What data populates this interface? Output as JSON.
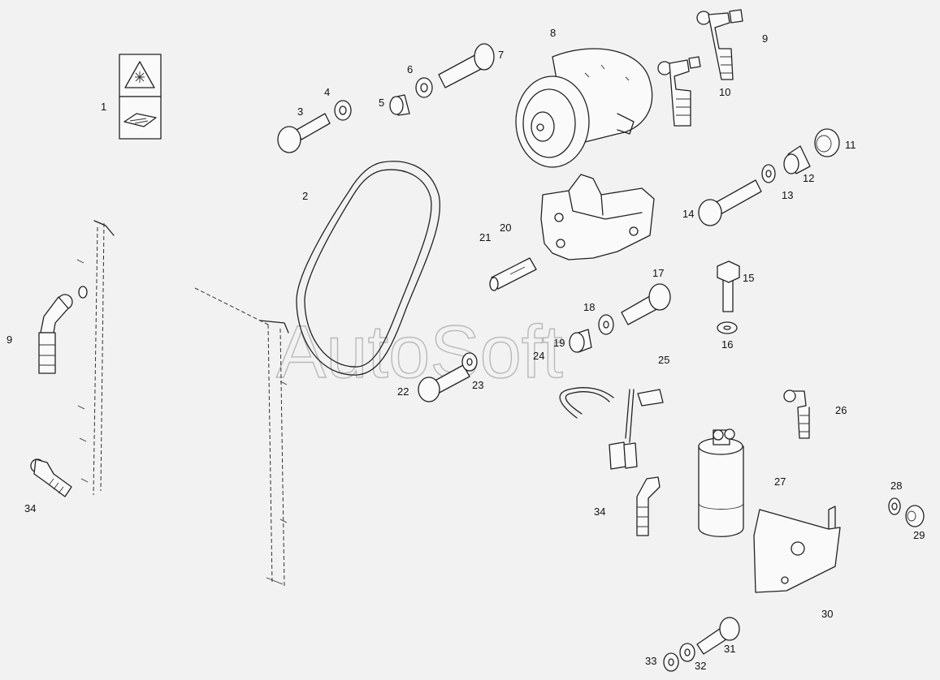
{
  "watermark": "AutoSoft",
  "labels": [
    "1",
    "2",
    "3",
    "4",
    "5",
    "6",
    "7",
    "8",
    "9",
    "10",
    "11",
    "12",
    "13",
    "14",
    "15",
    "16",
    "17",
    "18",
    "19",
    "20",
    "21",
    "22",
    "23",
    "24",
    "25",
    "26",
    "27",
    "28",
    "29",
    "30",
    "31",
    "32",
    "33",
    "34",
    "9",
    "34"
  ],
  "icons": {
    "warning_panel": "snowflake-warning-triangle-icon",
    "manual_panel": "manual-book-icon"
  }
}
